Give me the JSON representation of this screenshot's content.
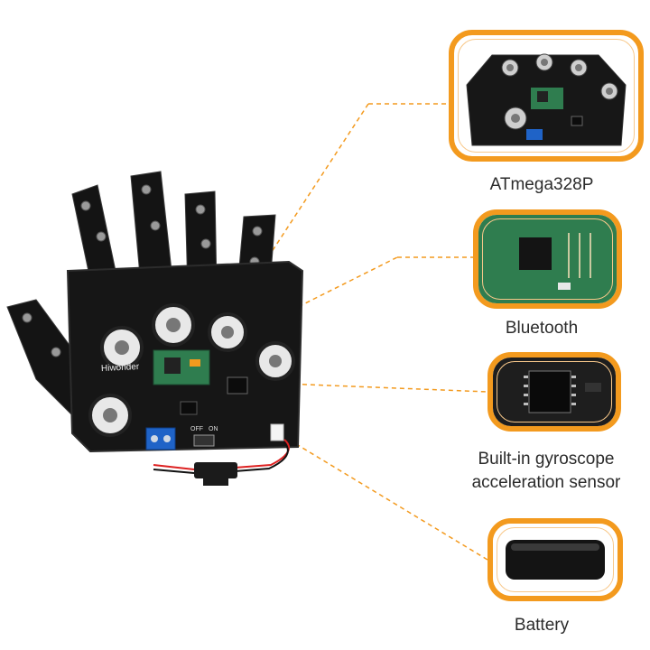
{
  "callouts": [
    {
      "id": "atmega",
      "label": "ATmega328P"
    },
    {
      "id": "bluetooth",
      "label": "Bluetooth"
    },
    {
      "id": "gyro",
      "label_line1": "Built-in gyroscope",
      "label_line2": "acceleration sensor"
    },
    {
      "id": "battery",
      "label": "Battery"
    }
  ],
  "board_text": {
    "brand": "Hiwonder",
    "switch_off": "OFF",
    "switch_on": "ON"
  },
  "colors": {
    "accent": "#f39a1e",
    "board": "#1a1a1a",
    "pcb_green": "#2f7d4f",
    "terminal_blue": "#1f63c7"
  }
}
